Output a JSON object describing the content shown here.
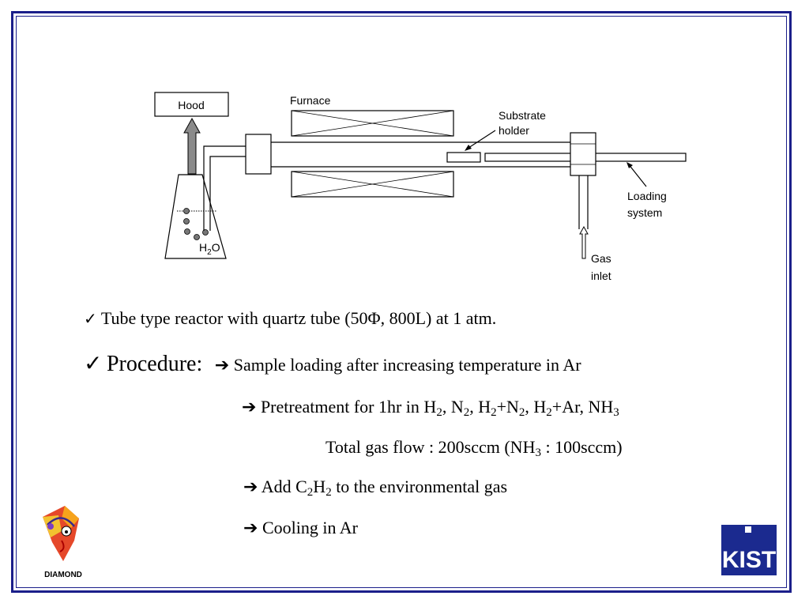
{
  "diagram": {
    "hood_label": "Hood",
    "furnace_label": "Furnace",
    "substrate_label_line1": "Substrate",
    "substrate_label_line2": "holder",
    "loading_label_line1": "Loading",
    "loading_label_line2": "system",
    "gas_label_line1": "Gas",
    "gas_label_line2": "inlet",
    "water_label_main": "H",
    "water_label_sub": "2",
    "water_label_end": "O"
  },
  "bullets": {
    "check_mark": "✓",
    "bullet1_text": "Tube type reactor with quartz tube (50Φ, 800L) at 1 atm.",
    "procedure_label": "Procedure:",
    "arrow": "➔",
    "step1_text": "Sample loading after increasing temperature in Ar",
    "step2_parts": {
      "p1": "Pretreatment for 1hr in H",
      "s1": "2",
      "p2": ", N",
      "s2": "2",
      "p3": ", H",
      "s3": "2",
      "p4": "+N",
      "s4": "2",
      "p5": ", H",
      "s5": "2",
      "p6": "+Ar, NH",
      "s6": "3"
    },
    "total_gas_parts": {
      "p1": "Total gas flow : 200sccm (NH",
      "s1": "3",
      "p2": " : 100sccm)"
    },
    "step3_parts": {
      "p1": "Add C",
      "s1": "2",
      "p2": "H",
      "s2": "2",
      "p3": " to the environmental gas"
    },
    "step4_text": "Cooling in Ar"
  },
  "logos": {
    "left_logo_text": "DIAMOND",
    "right_logo_text": "KIST"
  },
  "colors": {
    "frame": "#1b1f8a",
    "kist_bg": "#1b2a8f"
  }
}
